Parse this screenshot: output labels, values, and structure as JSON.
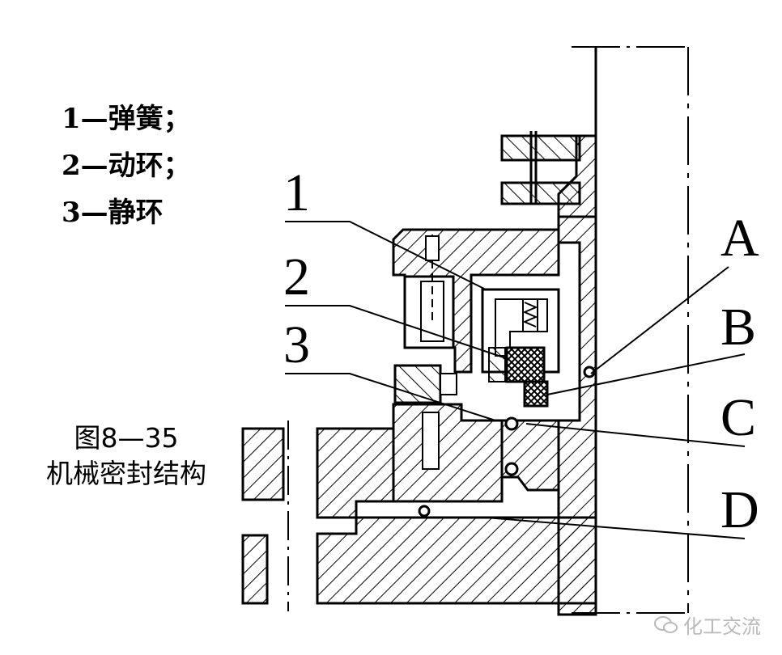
{
  "legend": {
    "items": [
      "1—弹簧；",
      "2—动环；",
      "3—静环"
    ]
  },
  "caption": {
    "line1": "图8—35",
    "line2": "机械密封结构"
  },
  "callouts": {
    "n1": "1",
    "n2": "2",
    "n3": "3",
    "A": "A",
    "B": "B",
    "C": "C",
    "D": "D"
  },
  "watermark": {
    "text": "化工交流",
    "icon": "wechat-icon"
  }
}
